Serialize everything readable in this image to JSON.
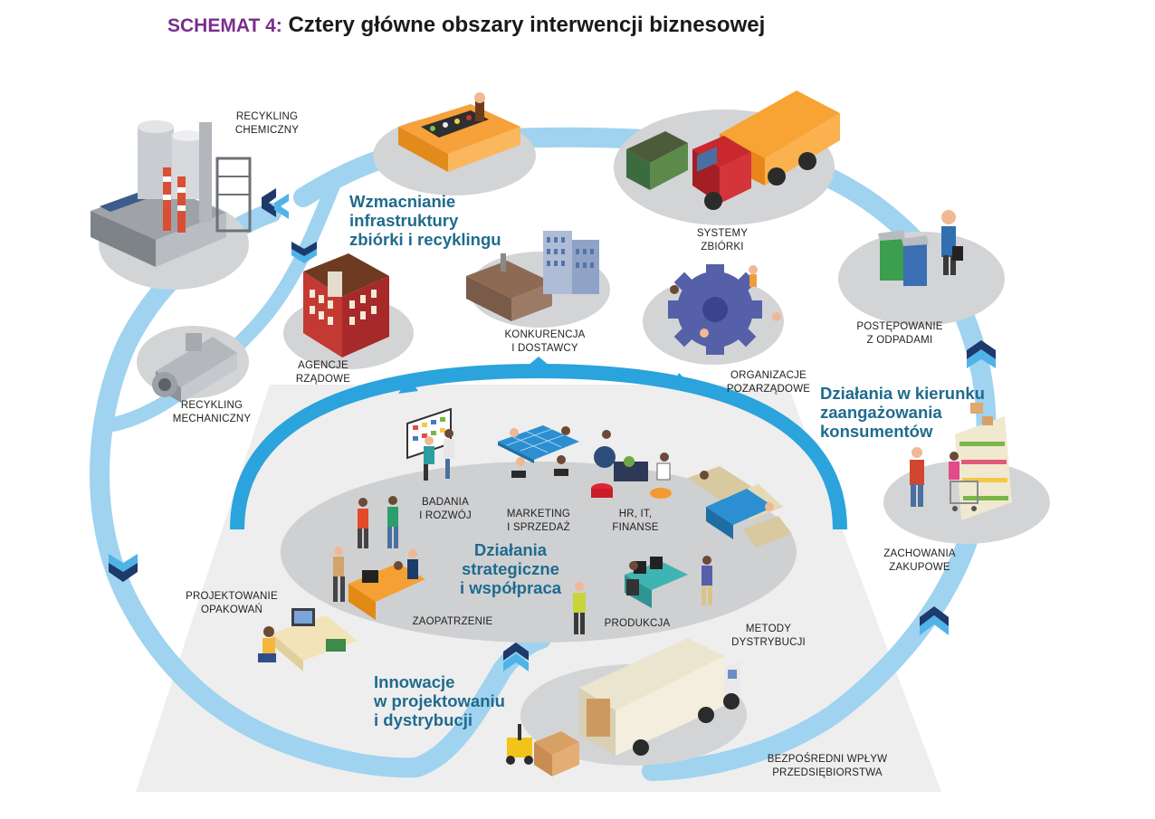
{
  "title": {
    "label": "SCHEMAT 4:",
    "text": "Cztery główne obszary interwencji biznesowej"
  },
  "areas": {
    "infrastructure": [
      "Wzmacnianie",
      "infrastruktury",
      "zbiórki i recyklingu"
    ],
    "consumers": [
      "Działania w kierunku",
      "zaangażowania",
      "konsumentów"
    ],
    "strategic": [
      "Działania",
      "strategiczne",
      "i współpraca"
    ],
    "innovation": [
      "Innowacje",
      "w projektowaniu",
      "i dystrybucji"
    ]
  },
  "labels": {
    "recykling_chemiczny": [
      "RECYKLING",
      "CHEMICZNY"
    ],
    "systemy_zbiorki": [
      "SYSTEMY",
      "ZBIÓRKI"
    ],
    "postepowanie_z_odpadami": [
      "POSTĘPOWANIE",
      "Z ODPADAMI"
    ],
    "konkurencja": [
      "KONKURENCJA",
      "I DOSTAWCY"
    ],
    "agencje": [
      "AGENCJE",
      "RZĄDOWE"
    ],
    "organizacje": [
      "ORGANIZACJE",
      "POZARZĄDOWE"
    ],
    "recykling_mechaniczny": [
      "RECYKLING",
      "MECHANICZNY"
    ],
    "badania": [
      "BADANIA",
      "I ROZWÓJ"
    ],
    "marketing": [
      "MARKETING",
      "I SPRZEDAŻ"
    ],
    "hr": [
      "HR, IT,",
      "FINANSE"
    ],
    "zachowania": [
      "ZACHOWANIA",
      "ZAKUPOWE"
    ],
    "projektowanie": [
      "PROJEKTOWANIE",
      "OPAKOWAŃ"
    ],
    "zaopatrzenie": [
      "ZAOPATRZENIE"
    ],
    "produkcja": [
      "PRODUKCJA"
    ],
    "metody": [
      "METODY",
      "DYSTRYBUCJI"
    ],
    "bezposredni": [
      "BEZPOŚREDNI WPŁYW",
      "PRZEDSIĘBIORSTWA"
    ]
  },
  "colors": {
    "title_label": "#7b2d8e",
    "area_text": "#1f6b8e",
    "outer_ring": "#9fd3f0",
    "inner_arc": "#2ba3dc",
    "platform": "#cfd0d2",
    "backdrop": "#eeeeee",
    "chevron_dark": "#1d3a6b",
    "chevron_light": "#4fb3e8"
  },
  "icons": [
    "chemical-plant-icon",
    "sorting-conveyor-icon",
    "garbage-truck-icon",
    "recycling-bins-icon",
    "government-building-icon",
    "factory-icon",
    "gear-team-icon",
    "recycling-machine-icon",
    "shopping-shelf-icon",
    "research-board-icon",
    "meeting-table-icon",
    "office-desk-icon",
    "lounge-meeting-icon",
    "procurement-desk-icon",
    "production-desk-icon",
    "designer-desk-icon",
    "delivery-truck-icon",
    "forklift-icon"
  ]
}
